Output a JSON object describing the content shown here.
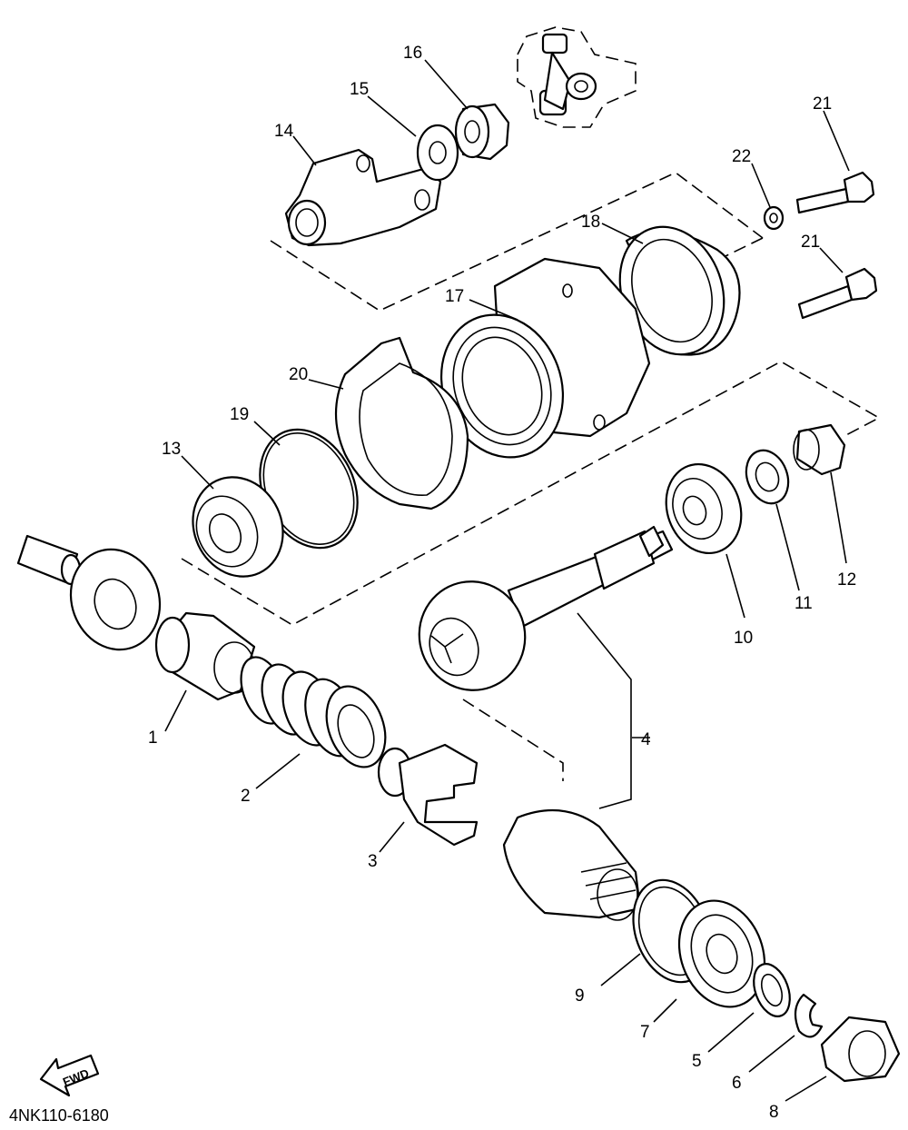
{
  "diagram_code": "4NK110-6180",
  "fwd_label": "FWD",
  "callouts": {
    "p1": "1",
    "p2": "2",
    "p3": "3",
    "p4": "4",
    "p5": "5",
    "p6": "6",
    "p7": "7",
    "p8": "8",
    "p9": "9",
    "p10": "10",
    "p11": "11",
    "p12": "12",
    "p13": "13",
    "p14": "14",
    "p15": "15",
    "p16": "16",
    "p17": "17",
    "p18": "18",
    "p19": "19",
    "p20": "20",
    "p21a": "21",
    "p21b": "21",
    "p22": "22"
  }
}
